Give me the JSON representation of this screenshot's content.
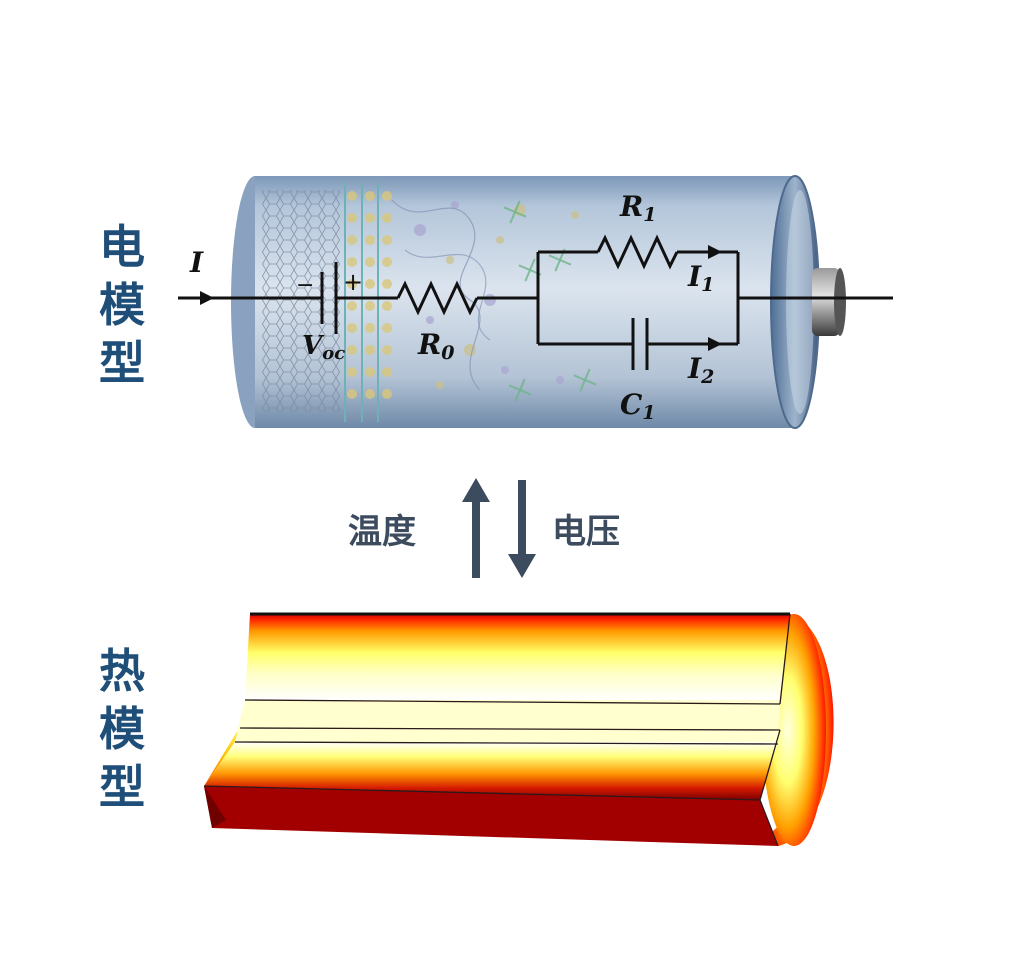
{
  "electric_model": {
    "label_chars": [
      "电",
      "模",
      "型"
    ],
    "circuit": {
      "current": "I",
      "minus": "−",
      "plus": "+",
      "voc_main": "V",
      "voc_sub": "oc",
      "r0_main": "R",
      "r0_sub": "0",
      "r1_main": "R",
      "r1_sub": "1",
      "c1_main": "C",
      "c1_sub": "1",
      "i1_main": "I",
      "i1_sub": "1",
      "i2_main": "I",
      "i2_sub": "2"
    }
  },
  "coupling": {
    "up_label": "温度",
    "down_label": "电压",
    "arrow_color": "#3d4b5f"
  },
  "thermal_model": {
    "label_chars": [
      "热",
      "模",
      "型"
    ]
  },
  "colors": {
    "label": "#1f4e79"
  }
}
